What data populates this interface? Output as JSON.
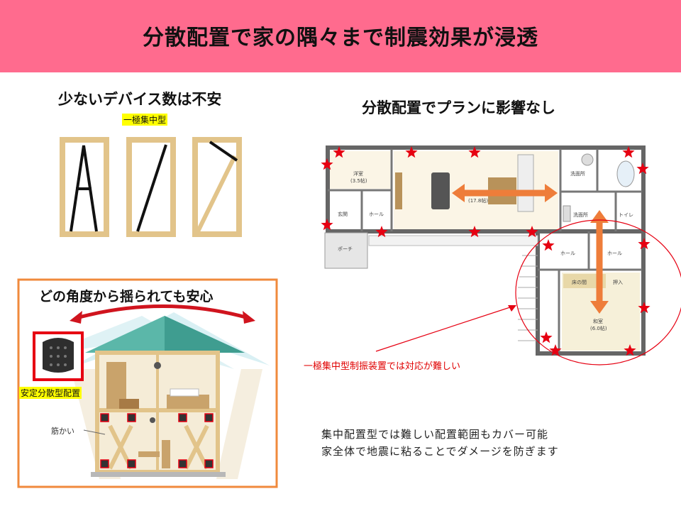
{
  "title": "分散配置で家の隅々まで制震効果が浸透",
  "left_panel": {
    "heading": "少ないデバイス数は不安",
    "highlight": "一極集中型"
  },
  "right_panel": {
    "heading": "分散配置でプランに影響なし",
    "rooms": {
      "yoshitsu": "洋室",
      "yoshitsu_size": "(3.5帖)",
      "ldk_size": "(17.8帖)",
      "genkan": "玄関",
      "hall1": "ホール",
      "porch": "ポーチ",
      "senmenjo1": "洗面所",
      "senmenjo2": "洗面所",
      "toilet": "トイレ",
      "hall2": "ホール",
      "hall3": "ホール",
      "tokonoma": "床の間",
      "oshiire": "押入",
      "washitsu": "和室",
      "washitsu_size": "(6.0帖)"
    },
    "callout": "一極集中型制振装置では対応が難しい",
    "note_line1": "集中配置型では難しい配置範囲もカバー可能",
    "note_line2": "家全体で地震に粘ることでダメージを防ぎます"
  },
  "bottom_left_box": {
    "heading": "どの角度から揺られても安心",
    "highlight": "安定分散型配置",
    "brace_label": "筋かい"
  },
  "colors": {
    "title_bg": "#ff6b8e",
    "frame_wood": "#e2c48a",
    "box_border": "#f08a3c",
    "arrow_orange": "#ee7d3a",
    "star_red": "#e60012",
    "callout_red": "#e00000",
    "highlight_yellow": "#ffff00"
  }
}
